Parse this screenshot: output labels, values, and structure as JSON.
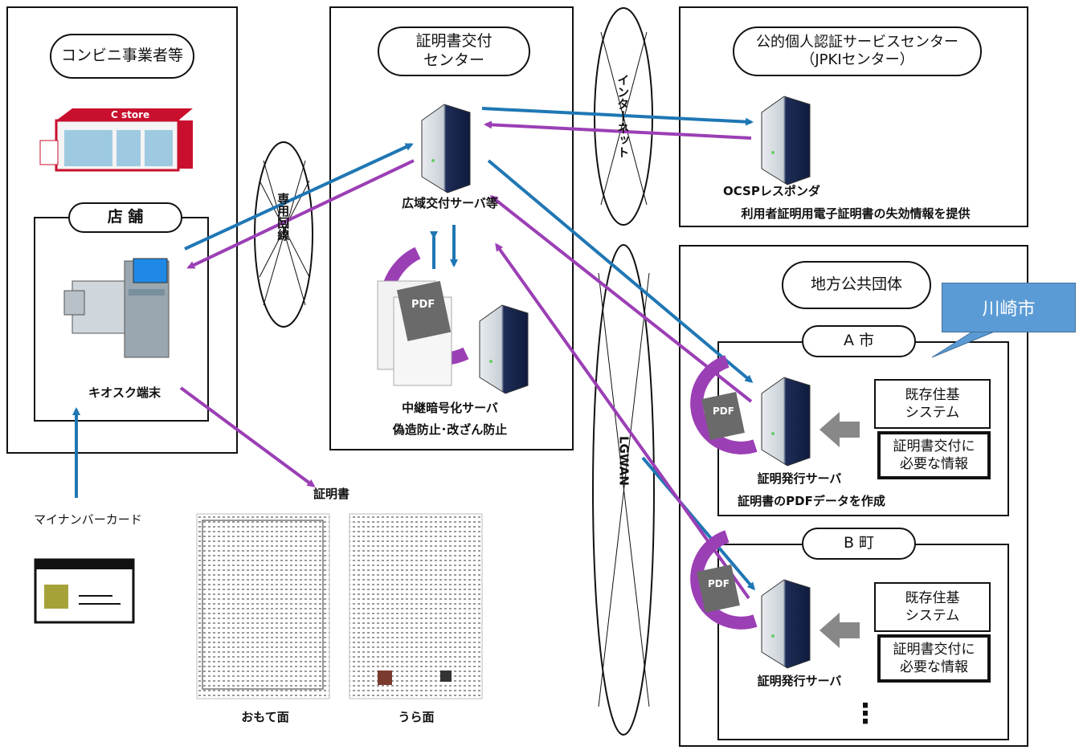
{
  "convenience": {
    "title": "コンビニ事業者等",
    "store_sign": "C store",
    "store_label": "店 舗",
    "kiosk_label": "キオスク端末"
  },
  "certificate_center": {
    "title": "証明書交付\nセンター",
    "wide_server": "広域交付サーバ等",
    "relay_server": "中継暗号化サーバ",
    "relay_desc": "偽造防止･改ざん防止"
  },
  "jpki": {
    "title": "公的個人認証サービスセンター\n（JPKIセンター）",
    "ocsp": "OCSPレスポンダ",
    "desc": "利用者証明用電子証明書の失効情報を提供"
  },
  "networks": {
    "dedicated": "専用回線",
    "internet": "インターネット",
    "lgwan": "LGWAN"
  },
  "municipalities": {
    "title": "地方公共団体",
    "city_a": "A 市",
    "town_b": "B 町",
    "existing_system": "既存住基\nシステム",
    "required_info": "証明書交付に\n必要な情報",
    "issue_server": "証明発行サーバ",
    "pdf_desc": "証明書のPDFデータを作成",
    "ellipsis": "⋮"
  },
  "card": {
    "label": "マイナンバーカード"
  },
  "certificate": {
    "label": "証明書",
    "front": "おもて面",
    "back": "うら面"
  },
  "pdf_label": "PDF",
  "callout": {
    "text": "川崎市"
  },
  "colors": {
    "blue_arrow": "#1f77b4",
    "purple_arrow": "#9b3fb5",
    "callout": "#5b9bd5"
  }
}
